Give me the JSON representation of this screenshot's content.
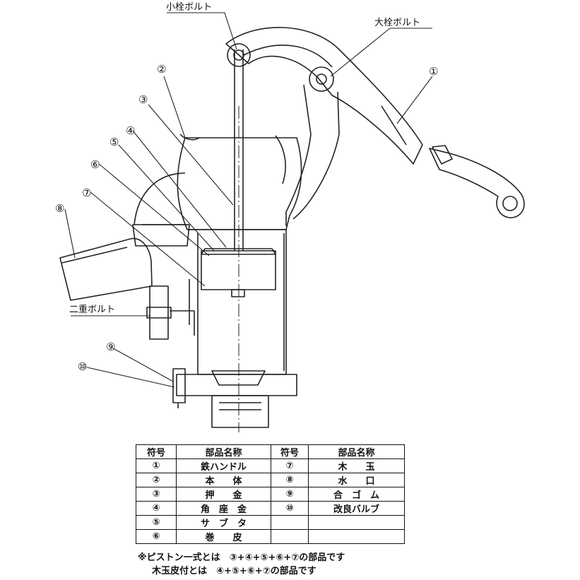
{
  "diagram": {
    "label_small_bolt": "小栓ボルト",
    "label_large_bolt": "大栓ボルト",
    "label_double_bolt": "二重ボルト",
    "callouts": [
      "①",
      "②",
      "③",
      "④",
      "⑤",
      "⑥",
      "⑦",
      "⑧",
      "⑨",
      "⑩"
    ]
  },
  "parts_table": {
    "headers": [
      "符号",
      "部品名称",
      "符号",
      "部品名称"
    ],
    "rows": [
      [
        "①",
        "鉄ハンドル",
        "⑦",
        "木　　玉"
      ],
      [
        "②",
        "本　　体",
        "⑧",
        "水　　口"
      ],
      [
        "③",
        "押　　金",
        "⑨",
        "合　ゴ　ム"
      ],
      [
        "④",
        "角　座　金",
        "⑩",
        "改良バルブ"
      ],
      [
        "⑤",
        "サ　ブ　タ",
        "",
        ""
      ],
      [
        "⑥",
        "巻　　皮",
        "",
        ""
      ]
    ]
  },
  "notes": [
    "※ピストン一式とは　③+④+⑤+⑥+⑦の部品です",
    "木玉皮付とは　④+⑤+⑥+⑦の部品です"
  ]
}
